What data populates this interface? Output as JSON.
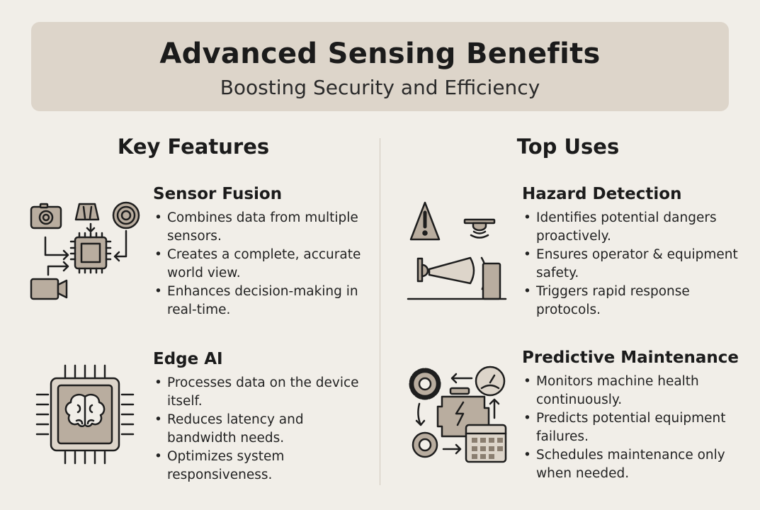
{
  "header": {
    "title": "Advanced Sensing Benefits",
    "subtitle": "Boosting Security and Efficiency"
  },
  "left": {
    "heading": "Key Features",
    "sections": [
      {
        "title": "Sensor Fusion",
        "bullets": [
          "Combines data from multiple sensors.",
          "Creates a complete, accurate world view.",
          "Enhances decision-making in real-time."
        ]
      },
      {
        "title": "Edge AI",
        "bullets": [
          "Processes data on the device itself.",
          "Reduces latency and bandwidth needs.",
          "Optimizes system responsiveness."
        ]
      }
    ]
  },
  "right": {
    "heading": "Top Uses",
    "sections": [
      {
        "title": "Hazard Detection",
        "bullets": [
          "Identifies potential dangers proactively.",
          "Ensures operator & equipment safety.",
          "Triggers rapid response protocols."
        ]
      },
      {
        "title": "Predictive Maintenance",
        "bullets": [
          "Monitors machine health continuously.",
          "Predicts potential equipment failures.",
          "Schedules maintenance only when needed."
        ]
      }
    ]
  },
  "colors": {
    "background": "#f1eee8",
    "header": "#ddd5ca",
    "icon_fill": "#b9ad9f",
    "stroke": "#1e1e1e"
  }
}
